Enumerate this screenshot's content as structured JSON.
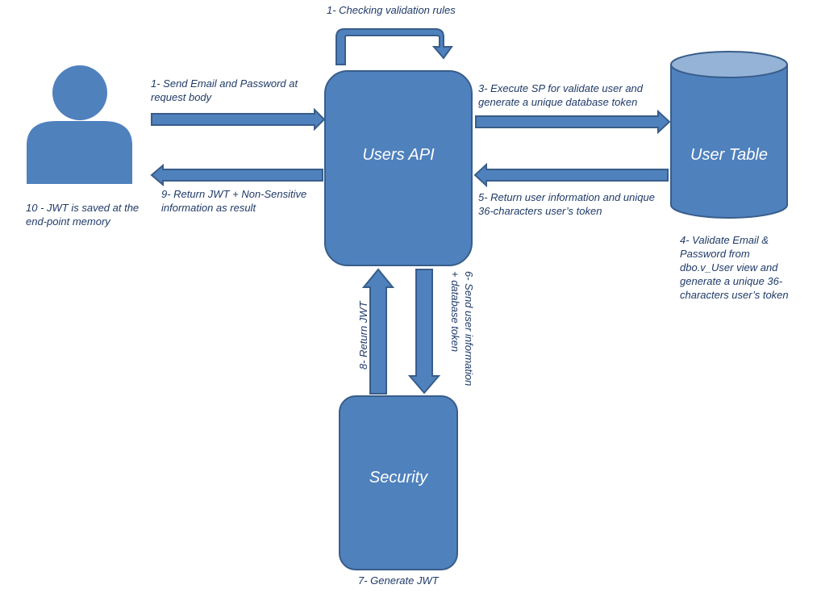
{
  "colors": {
    "fill": "#4f81bd",
    "stroke": "#385d8a",
    "cylinder_top": "#95b3d7",
    "text_dark": "#1f3a68",
    "node_text": "#ffffff"
  },
  "nodes": {
    "users_api": "Users API",
    "user_table": "User Table",
    "security": "Security"
  },
  "steps": {
    "step1_check": "1- Checking validation rules",
    "step1_send": "1- Send Email and Password at\nrequest body",
    "step3_execute": "3- Execute SP for validate user and\ngenerate a unique database token",
    "step5_return": "5- Return user information and unique\n36-characters user’s token",
    "step4_validate": "4- Validate Email &\nPassword from\ndbo.v_User view and\ngenerate a unique 36-\ncharacters user’s token",
    "step9_return": "9- Return JWT + Non-Sensitive\ninformation as result",
    "step10_saved": "10 - JWT is saved at the\nend-point memory",
    "step6_send": "6- Send user information\n+ database token",
    "step8_return": "8- Return JWT",
    "step7_generate": "7- Generate JWT"
  },
  "icons": {
    "person": "person-icon",
    "database": "database-cylinder-icon"
  }
}
